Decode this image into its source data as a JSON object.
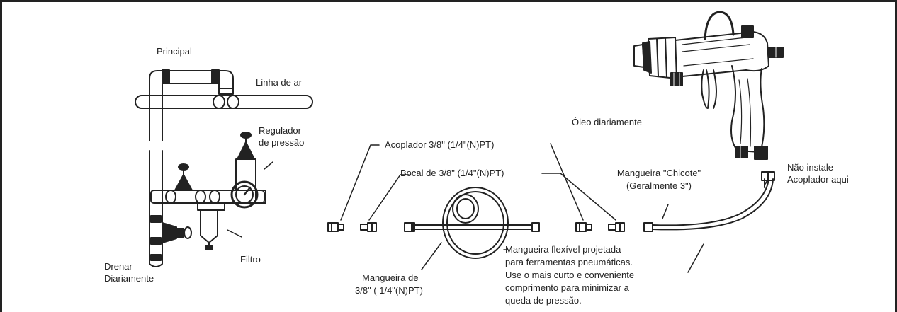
{
  "labels": {
    "principal": "Principal",
    "linha_de_ar": "Linha de ar",
    "regulador_1": "Regulador",
    "regulador_2": "de pressão",
    "filtro": "Filtro",
    "drenar_1": "Drenar",
    "drenar_2": "Diariamente",
    "oleo": "Óleo diariamente",
    "acoplador": "Acoplador 3/8\" (1/4\"(N)PT)",
    "bocal": "Bocal de 3/8\" (1/4\"(N)PT)",
    "mangueira_chicote_1": "Mangueira \"Chicote\"",
    "mangueira_chicote_2": "(Geralmente 3\")",
    "nao_instale_1": "Não instale",
    "nao_instale_2": "Acoplador aqui",
    "mangueira_38_1": "Mangueira de",
    "mangueira_38_2": "3/8\" ( 1/4\"(N)PT)",
    "flex_1": "Mangueira flexível projetada",
    "flex_2": "para ferramentas pneumáticas.",
    "flex_3": "Use o mais curto e conveniente",
    "flex_4": "comprimento para minimizar a",
    "flex_5": "queda de pressão."
  },
  "colors": {
    "ink": "#222222",
    "frame": "#222222"
  }
}
